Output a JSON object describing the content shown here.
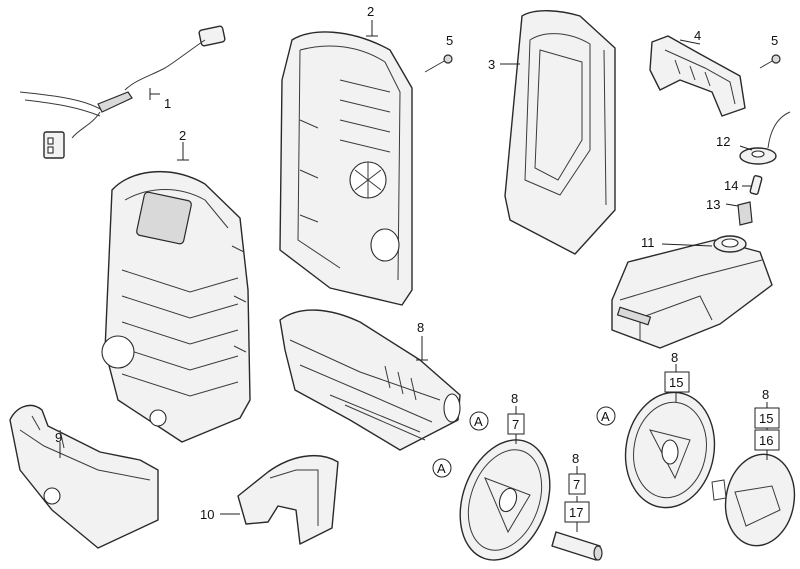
{
  "callouts": {
    "c1": "1",
    "c2a": "2",
    "c2b": "2",
    "c3": "3",
    "c4": "4",
    "c5a": "5",
    "c5b": "5",
    "c8a": "8",
    "c8b": "8",
    "c8c": "8",
    "c8d": "8",
    "c8e": "8",
    "c9": "9",
    "c10": "10",
    "c11": "11",
    "c12": "12",
    "c13": "13",
    "c14": "14",
    "b7a": "7",
    "b7b": "7",
    "b15a": "15",
    "b15b": "15",
    "b16": "16",
    "b17": "17"
  },
  "markers": {
    "mA1": "A",
    "mA2": "A",
    "mA3": "A"
  }
}
